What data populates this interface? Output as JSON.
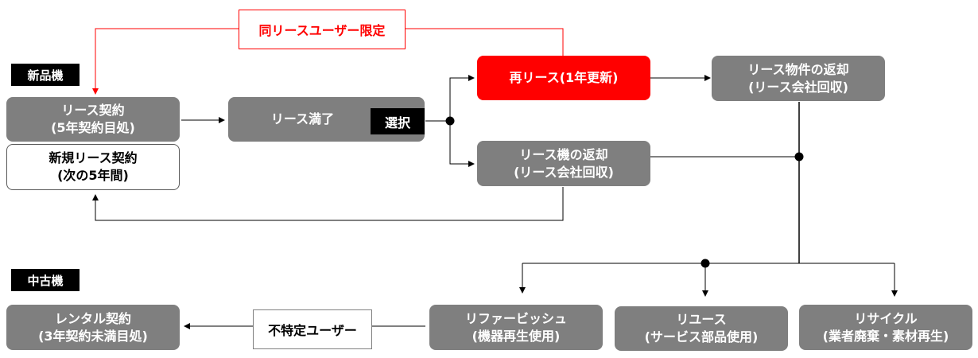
{
  "sections": {
    "new": "新品機",
    "used": "中古機"
  },
  "nodes": {
    "lease_contract": [
      "リース契約",
      "(5年契約目処)"
    ],
    "new_lease_contract": [
      "新規リース契約",
      "(次の5年間)"
    ],
    "lease_end": "リース満了",
    "select": "選択",
    "re_lease": "再リース(1年更新)",
    "return_machine": [
      "リース機の返却",
      "(リース会社回収)"
    ],
    "return_property": [
      "リース物件の返却",
      "(リース会社回収)"
    ],
    "refurbish": [
      "リファービッシュ",
      "(機器再生使用)"
    ],
    "reuse": [
      "リユース",
      "(サービス部品使用)"
    ],
    "recycle": [
      "リサイクル",
      "(業者廃棄・素材再生)"
    ],
    "rental": [
      "レンタル契約",
      "(3年契約未満目処)"
    ]
  },
  "labels": {
    "same_user": "同リースユーザー限定",
    "unspecified_user": "不特定ユーザー"
  },
  "colors": {
    "gray": "#7f7f7f",
    "red": "#ff0000",
    "black": "#000000"
  }
}
